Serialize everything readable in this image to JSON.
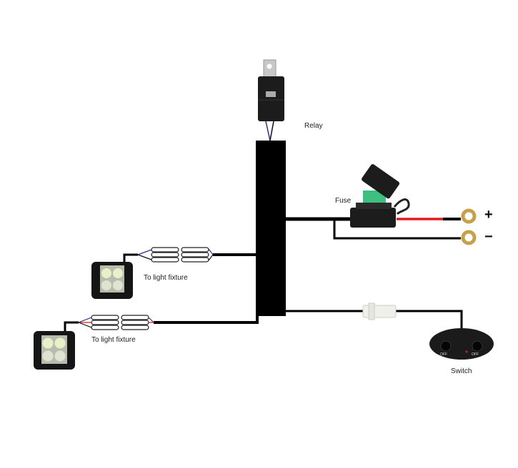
{
  "labels": {
    "relay": "Relay",
    "fuse": "Fuse",
    "positive": "+",
    "negative": "−",
    "light_fixture_1": "To light fixture",
    "light_fixture_2": "To light fixture",
    "switch": "Switch",
    "switch_off_left": "OFF",
    "switch_off_right": "OFF"
  },
  "colors": {
    "harness": "#000000",
    "positive_wire": "#e01b1b",
    "signal_wire": "#2a2f8a",
    "fuse_blade": "#3fbf7f",
    "ring_terminal": "#c9a04a",
    "lamp_led": "#e8f0c8"
  }
}
